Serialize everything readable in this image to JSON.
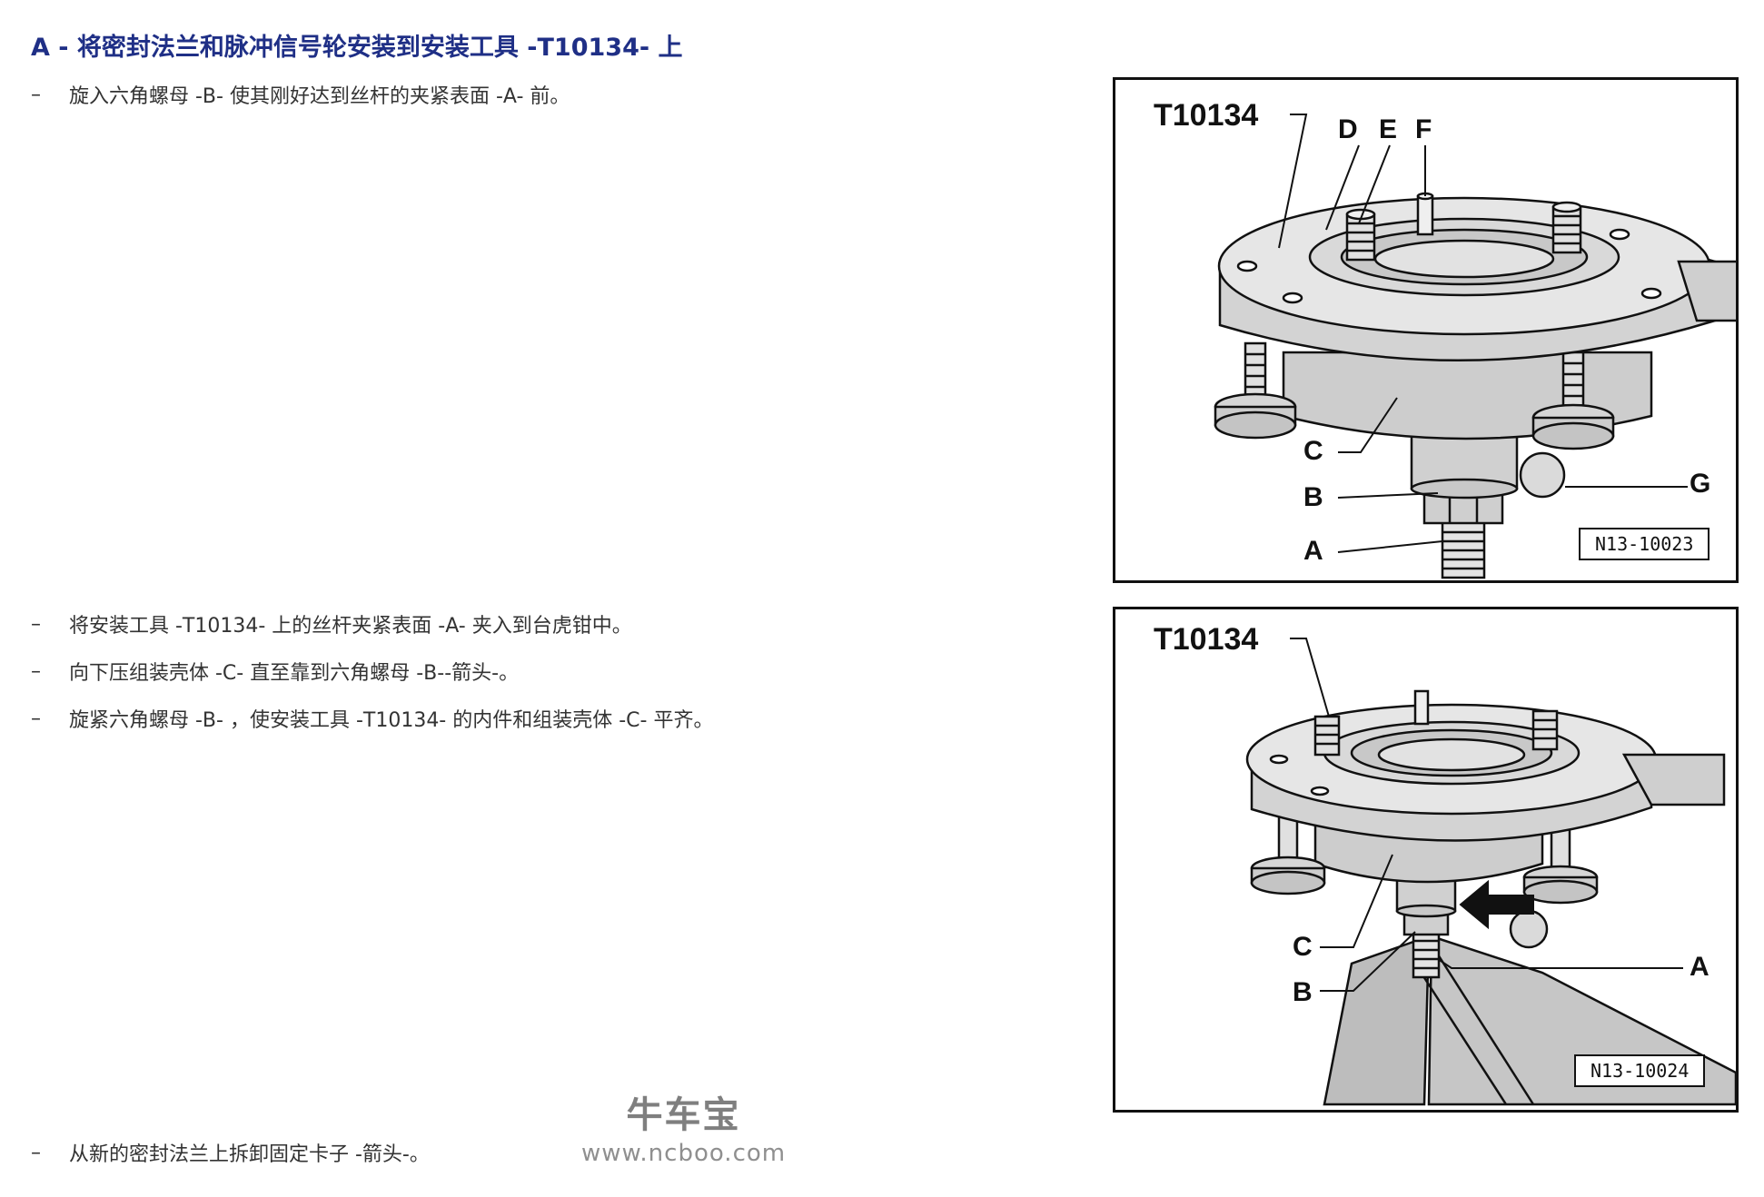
{
  "heading": "A - 将密封法兰和脉冲信号轮安装到安装工具 -T10134- 上",
  "steps": [
    {
      "dash": "–",
      "text": "旋入六角螺母 -B- 使其刚好达到丝杆的夹紧表面 -A- 前。"
    },
    {
      "dash": "–",
      "text": "将安装工具 -T10134- 上的丝杆夹紧表面 -A- 夹入到台虎钳中。"
    },
    {
      "dash": "–",
      "text": "向下压组装壳体 -C- 直至靠到六角螺母 -B--箭头-。"
    },
    {
      "dash": "–",
      "text": "旋紧六角螺母 -B- ，使安装工具 -T10134- 的内件和组装壳体 -C- 平齐。"
    },
    {
      "dash": "–",
      "text": "从新的密封法兰上拆卸固定卡子 -箭头-。"
    }
  ],
  "figures": [
    {
      "tool": "T10134",
      "id": "N13-10023",
      "labels": {
        "A": "A",
        "B": "B",
        "C": "C",
        "D": "D",
        "E": "E",
        "F": "F",
        "G": "G"
      }
    },
    {
      "tool": "T10134",
      "id": "N13-10024",
      "labels": {
        "A": "A",
        "B": "B",
        "C": "C"
      }
    }
  ],
  "watermark": {
    "logo": "牛车宝",
    "url": "www.ncboo.com"
  }
}
